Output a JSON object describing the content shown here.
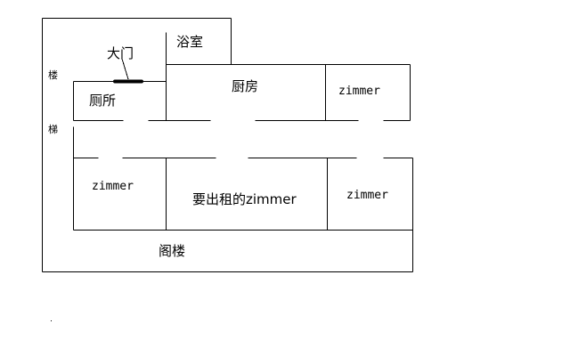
{
  "floorplan": {
    "rooms": {
      "bathroom": "浴室",
      "kitchen": "厨房",
      "toilet": "厕所",
      "room_top_right": "zimmer",
      "room_bottom_left": "zimmer",
      "room_for_rent": "要出租的zimmer",
      "room_bottom_right": "zimmer",
      "attic": "阁楼"
    },
    "entrance": "大门",
    "stairs_top": "楼",
    "stairs_bottom": "梯",
    "colors": {
      "wall": "#000000",
      "background": "#ffffff"
    }
  }
}
